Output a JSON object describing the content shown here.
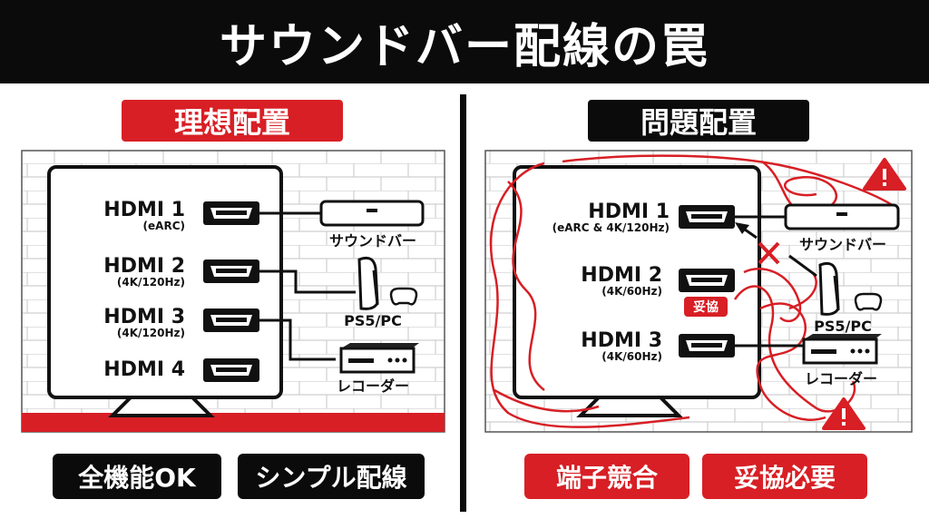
{
  "title": "サウンドバー配線の罠",
  "left": {
    "heading": "理想配置",
    "ports": [
      {
        "name": "HDMI 1",
        "sub": "(eARC)"
      },
      {
        "name": "HDMI 2",
        "sub": "(4K/120Hz)"
      },
      {
        "name": "HDMI 3",
        "sub": "(4K/120Hz)"
      },
      {
        "name": "HDMI 4",
        "sub": ""
      }
    ],
    "devices": [
      "サウンドバー",
      "PS5/PC",
      "レコーダー"
    ],
    "buttons": [
      "全機能OK",
      "シンプル配線"
    ]
  },
  "right": {
    "heading": "問題配置",
    "ports": [
      {
        "name": "HDMI 1",
        "sub": "(eARC & 4K/120Hz)"
      },
      {
        "name": "HDMI 2",
        "sub": "(4K/60Hz)"
      },
      {
        "name": "HDMI 3",
        "sub": "(4K/60Hz)"
      }
    ],
    "compromise_badge": "妥協",
    "devices": [
      "サウンドバー",
      "PS5/PC",
      "レコーダー"
    ],
    "buttons": [
      "端子競合",
      "妥協必要"
    ]
  },
  "colors": {
    "red": "#d71f25",
    "black": "#0b0b0b",
    "white": "#ffffff",
    "brick": "#cfcfcf"
  },
  "icons": [
    "hdmi-port-icon",
    "soundbar-icon",
    "ps5-console-icon",
    "gamepad-icon",
    "recorder-icon",
    "warning-icon",
    "cross-icon"
  ]
}
